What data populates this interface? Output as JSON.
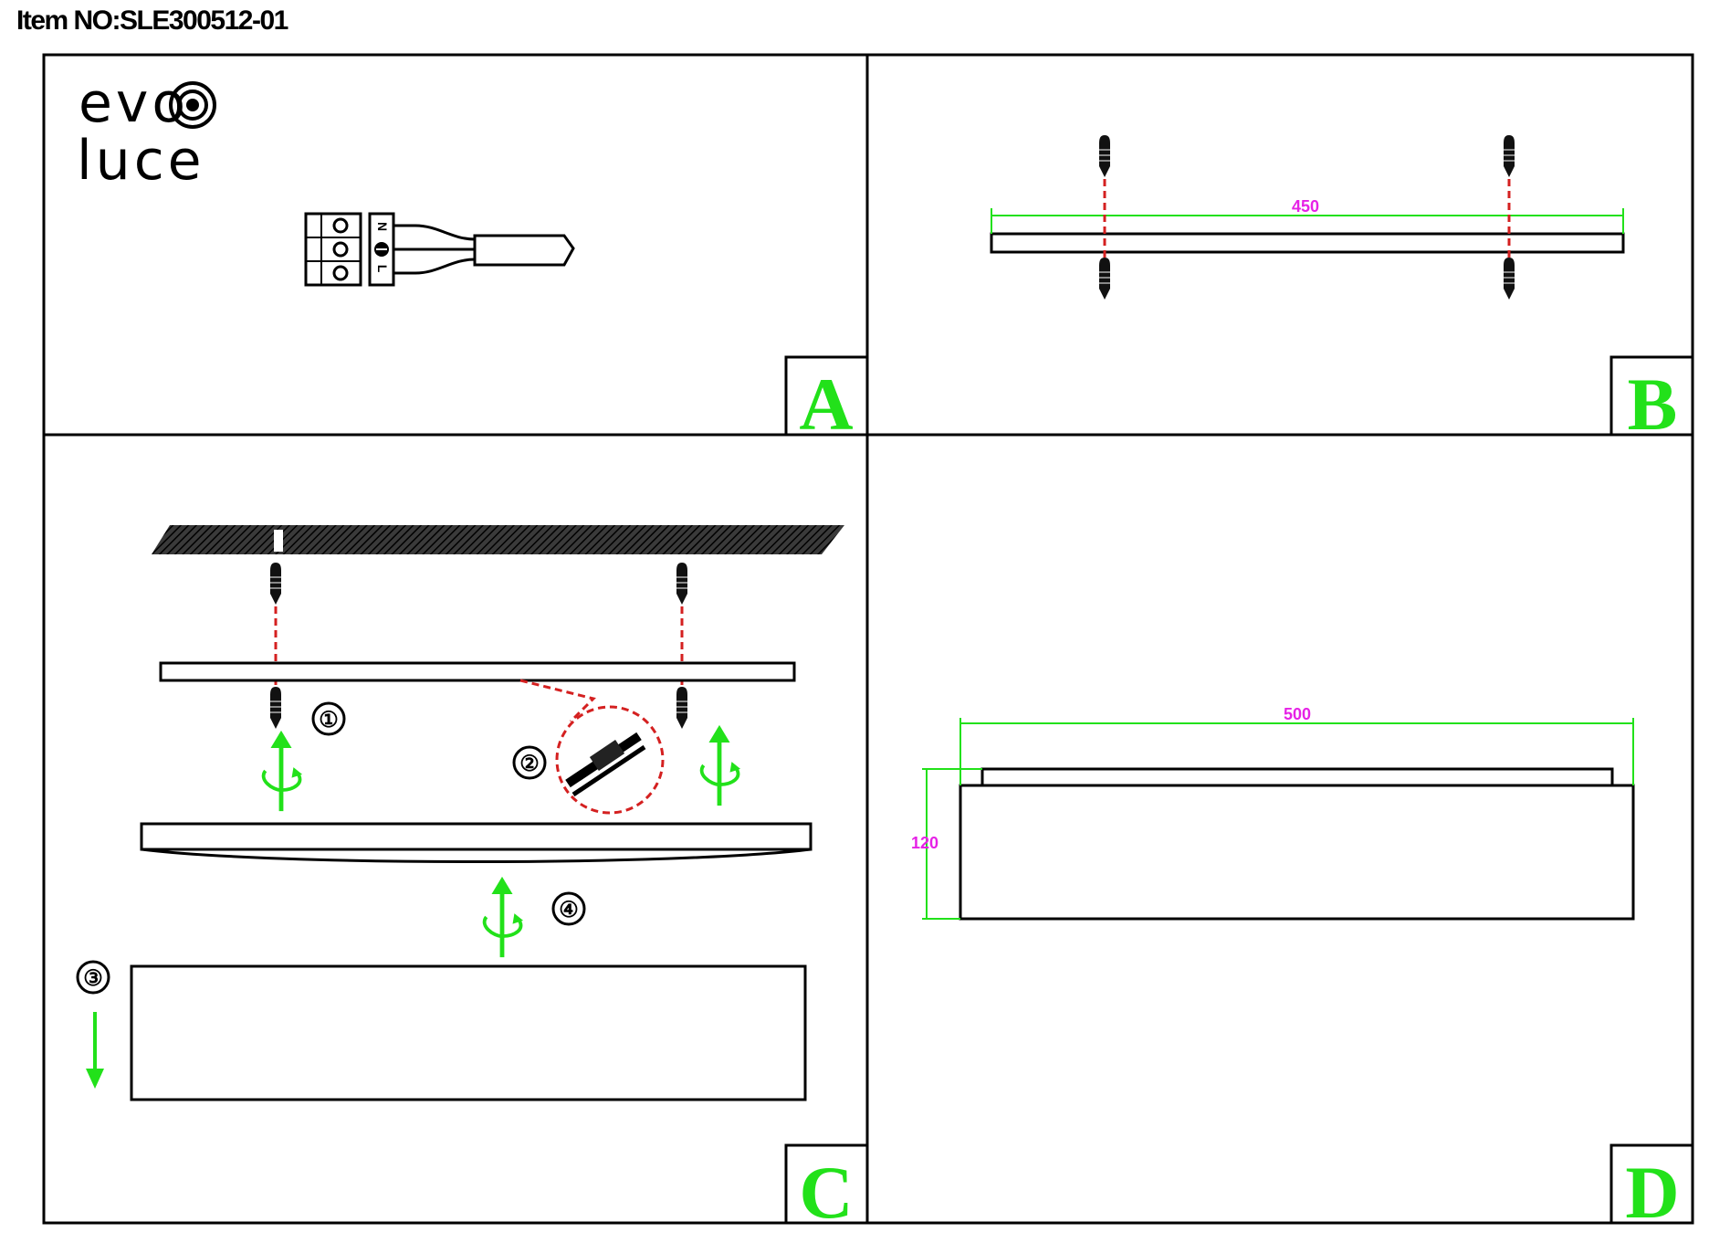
{
  "header": {
    "item_no": "Item NO:SLE300512-01"
  },
  "logo": {
    "line1": "evo",
    "line2": "luce",
    "mark_icon": "concentric-circle-icon"
  },
  "panels": [
    {
      "letter": "A"
    },
    {
      "letter": "B"
    },
    {
      "letter": "C"
    },
    {
      "letter": "D"
    }
  ],
  "wiring": {
    "terminal_labels": [
      "N",
      "L"
    ]
  },
  "dimensions": {
    "mount_spacing": "450",
    "width": "500",
    "height": "120"
  },
  "steps": [
    "①",
    "②",
    "③",
    "④"
  ],
  "colors": {
    "ink": "#000000",
    "label": "#22e11a",
    "dimension_text": "#e622e6",
    "dimension_line": "#22e11a",
    "guide": "#d42020",
    "arrow": "#22e11a"
  }
}
